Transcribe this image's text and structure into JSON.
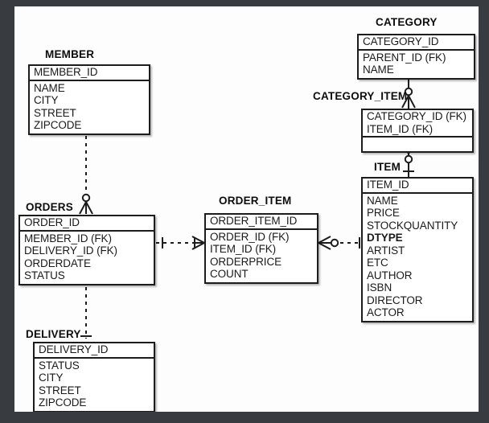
{
  "diagram": {
    "type": "entity-relationship-diagram",
    "notation": "crows-foot",
    "background_color": "#fdfdfd",
    "frame_color": "#383c40",
    "line_color": "#1c1c1c"
  },
  "entities": [
    {
      "id": "member",
      "title": "MEMBER",
      "primary_keys": [
        "MEMBER_ID"
      ],
      "attributes": [
        "NAME",
        "CITY",
        "STREET",
        "ZIPCODE"
      ]
    },
    {
      "id": "orders",
      "title": "ORDERS",
      "primary_keys": [
        "ORDER_ID"
      ],
      "attributes": [
        "MEMBER_ID (FK)",
        "DELIVERY_ID (FK)",
        "ORDERDATE",
        "STATUS"
      ]
    },
    {
      "id": "delivery",
      "title": "DELIVERY",
      "primary_keys": [
        "DELIVERY_ID"
      ],
      "attributes": [
        "STATUS",
        "CITY",
        "STREET",
        "ZIPCODE"
      ]
    },
    {
      "id": "order_item",
      "title": "ORDER_ITEM",
      "primary_keys": [
        "ORDER_ITEM_ID"
      ],
      "attributes": [
        "ORDER_ID (FK)",
        "ITEM_ID (FK)",
        "ORDERPRICE",
        "COUNT"
      ]
    },
    {
      "id": "item",
      "title": "ITEM",
      "primary_keys": [
        "ITEM_ID"
      ],
      "attributes": [
        "NAME",
        "PRICE",
        "STOCKQUANTITY",
        "DTYPE",
        "ARTIST",
        "ETC",
        "AUTHOR",
        "ISBN",
        "DIRECTOR",
        "ACTOR"
      ],
      "bold_attributes": [
        "DTYPE"
      ]
    },
    {
      "id": "category",
      "title": "CATEGORY",
      "primary_keys": [
        "CATEGORY_ID"
      ],
      "attributes": [
        "PARENT_ID (FK)",
        "NAME"
      ]
    },
    {
      "id": "category_item",
      "title": "CATEGORY_ITEM",
      "primary_keys": [
        "CATEGORY_ID (FK)",
        "ITEM_ID (FK)"
      ],
      "attributes": []
    }
  ],
  "relationships": [
    {
      "id": "member-orders",
      "from": "MEMBER",
      "to": "ORDERS",
      "line_style": "dashed",
      "from_cardinality": "one-mandatory",
      "to_cardinality": "zero-or-many"
    },
    {
      "id": "orders-delivery",
      "from": "ORDERS",
      "to": "DELIVERY",
      "line_style": "dashed",
      "from_cardinality": "one-mandatory",
      "to_cardinality": "one-mandatory"
    },
    {
      "id": "orders-order_item",
      "from": "ORDERS",
      "to": "ORDER_ITEM",
      "line_style": "dashed",
      "from_cardinality": "one-mandatory",
      "to_cardinality": "one-or-many"
    },
    {
      "id": "order_item-item",
      "from": "ORDER_ITEM",
      "to": "ITEM",
      "line_style": "dashed",
      "from_cardinality": "zero-or-many",
      "to_cardinality": "one-mandatory"
    },
    {
      "id": "category-category_item",
      "from": "CATEGORY",
      "to": "CATEGORY_ITEM",
      "line_style": "solid",
      "from_cardinality": "one-mandatory",
      "to_cardinality": "zero-or-many"
    },
    {
      "id": "category_item-item",
      "from": "CATEGORY_ITEM",
      "to": "ITEM",
      "line_style": "solid",
      "from_cardinality": "one-or-many",
      "to_cardinality": "zero-or-one"
    }
  ]
}
